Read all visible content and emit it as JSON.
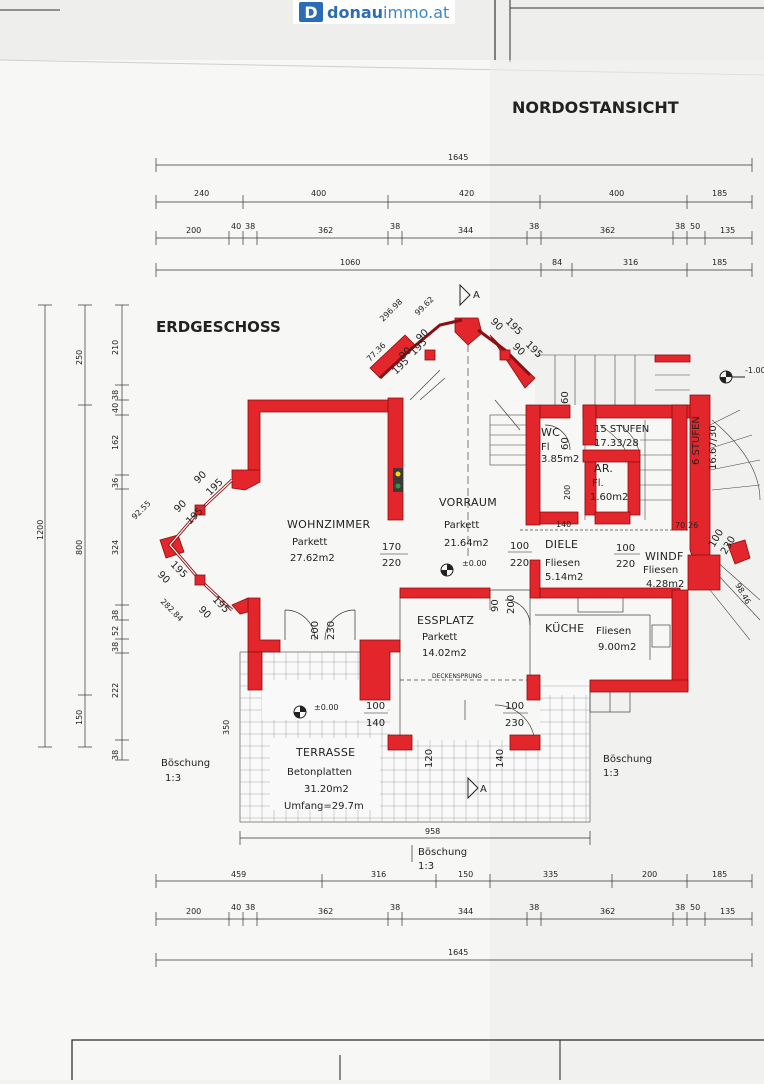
{
  "logo": {
    "badge": "D",
    "brand_bold": "donau",
    "brand_light": "immo.at"
  },
  "titles": {
    "elevation": "NORDOSTANSICHT",
    "floor": "ERDGESCHOSS"
  },
  "section_marks": {
    "top": "A",
    "bottom": "A"
  },
  "level_right": "-1.00",
  "dims_top": {
    "total": "1645",
    "row2": [
      "240",
      "400",
      "420",
      "400",
      "185"
    ],
    "row3": [
      "200",
      "40",
      "38",
      "362",
      "38",
      "344",
      "38",
      "362",
      "38",
      "50",
      "135"
    ],
    "row4": [
      "1060",
      "84",
      "316",
      "185"
    ]
  },
  "dims_bottom": {
    "terrace": "958",
    "row1": [
      "459",
      "316",
      "150",
      "335",
      "200",
      "185"
    ],
    "row2": [
      "200",
      "40",
      "38",
      "362",
      "38",
      "344",
      "38",
      "362",
      "38",
      "50",
      "135"
    ],
    "total": "1645"
  },
  "dims_left": {
    "total": "1200",
    "major": [
      "250",
      "800",
      "150"
    ],
    "minor": [
      "210",
      "38",
      "40",
      "162",
      "36",
      "324",
      "38",
      "52",
      "38",
      "222",
      "38"
    ],
    "terrace": "350"
  },
  "rooms": [
    {
      "name": "WOHNZIMMER",
      "floor": "Parkett",
      "area": "27.62m2"
    },
    {
      "name": "VORRAUM",
      "floor": "Parkett",
      "area": "21.64m2"
    },
    {
      "name": "ESSPLATZ",
      "floor": "Parkett",
      "area": "14.02m2"
    },
    {
      "name": "KÜCHE",
      "floor": "Fliesen",
      "area": "9.00m2"
    },
    {
      "name": "DIELE",
      "floor": "Fliesen",
      "area": "5.14m2"
    },
    {
      "name": "WC",
      "floor": "Fl",
      "area": "3.85m2"
    },
    {
      "name": "AR.",
      "floor": "Fl.",
      "area": "1.60m2"
    },
    {
      "name": "WINDF",
      "floor": "Fliesen",
      "area": "4.28m2"
    },
    {
      "name": "TERRASSE",
      "floor": "Betonplatten",
      "area": "31.20m2",
      "extra": "Umfang=29.7m"
    }
  ],
  "stairs": {
    "main": "15 STUFEN",
    "main_ratio": "17.33/28",
    "side": "6 STUFEN",
    "side_ratio": "16.67/30"
  },
  "openings": {
    "door_living": [
      "170",
      "220"
    ],
    "vorraum_level": "±0.00",
    "diele_door": [
      "100",
      "220"
    ],
    "windf_door": [
      "100",
      "220"
    ],
    "terrace_door": [
      "200",
      "230"
    ],
    "terrace_level": "±0.00",
    "terrace_win": [
      "100",
      "140"
    ],
    "dining_door": [
      "100",
      "230"
    ],
    "win_90": "90",
    "win_195": "195",
    "pass_90": "90",
    "pass_200": "200",
    "bay_win": [
      "120",
      "140"
    ],
    "wc_win": [
      "60",
      "60"
    ],
    "ar_win": [
      "140",
      "200"
    ],
    "diele_win": [
      "70",
      "26"
    ],
    "windf_win": [
      "100",
      "230"
    ]
  },
  "bay_dims": {
    "left_a": "92.55",
    "left_b": "282.84",
    "top_a": "296.98",
    "top_b": "77.36",
    "top_c": "99.62",
    "right_a": "98.46"
  },
  "notes": {
    "ceiling_beam": "DECKENSPRUNG"
  },
  "slopes": [
    {
      "label": "Böschung",
      "ratio": "1:3"
    },
    {
      "label": "Böschung",
      "ratio": "1:3"
    },
    {
      "label": "Böschung",
      "ratio": "1:3"
    }
  ],
  "colors": {
    "wall": "#e3262b",
    "wall_edge": "#8a0e12",
    "paper": "#f7f7f5",
    "logo": "#2a6db5"
  }
}
